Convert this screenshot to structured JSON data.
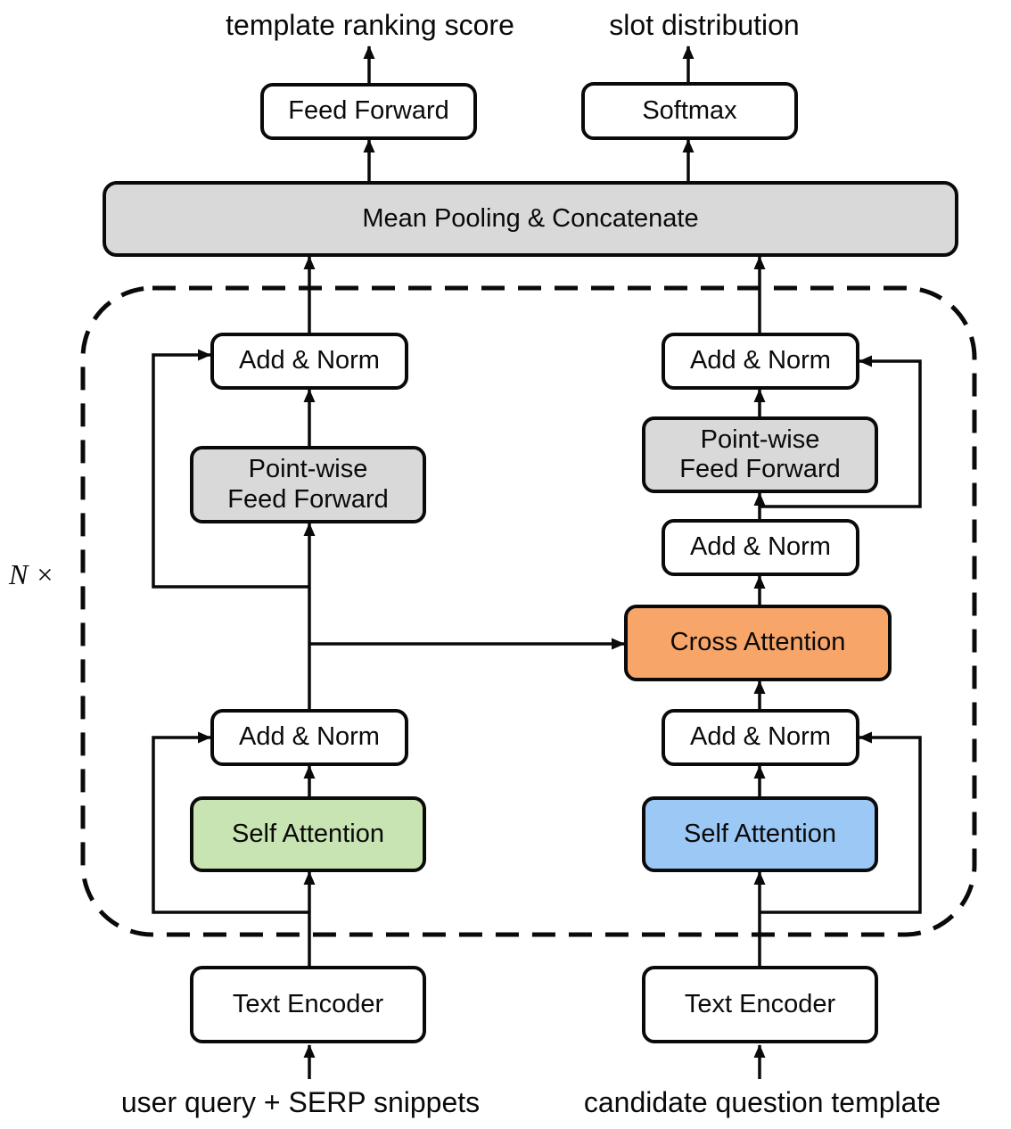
{
  "diagram": {
    "outputs": {
      "ranking_label": "template ranking score",
      "slot_label": "slot distribution"
    },
    "head_blocks": {
      "feed_forward": "Feed Forward",
      "softmax": "Softmax",
      "mean_pooling": "Mean Pooling & Concatenate"
    },
    "repeat_label": "N ×",
    "left_tower": {
      "add_norm_top": "Add & Norm",
      "pointwise_line1": "Point-wise",
      "pointwise_line2": "Feed Forward",
      "add_norm_bottom": "Add & Norm",
      "self_attention": "Self Attention",
      "text_encoder": "Text Encoder",
      "input_label": "user query + SERP snippets"
    },
    "right_tower": {
      "add_norm_top": "Add & Norm",
      "pointwise_line1": "Point-wise",
      "pointwise_line2": "Feed Forward",
      "add_norm_mid": "Add & Norm",
      "cross_attention": "Cross Attention",
      "add_norm_bottom": "Add & Norm",
      "self_attention": "Self Attention",
      "text_encoder": "Text Encoder",
      "input_label": "candidate question template"
    },
    "colors": {
      "block_gray": "#D9D9D9",
      "self_attention_left_green": "#C8E4B2",
      "self_attention_right_blue": "#9BC8F5",
      "cross_attention_orange": "#F8A569",
      "line_black": "#0a0a0a"
    }
  }
}
